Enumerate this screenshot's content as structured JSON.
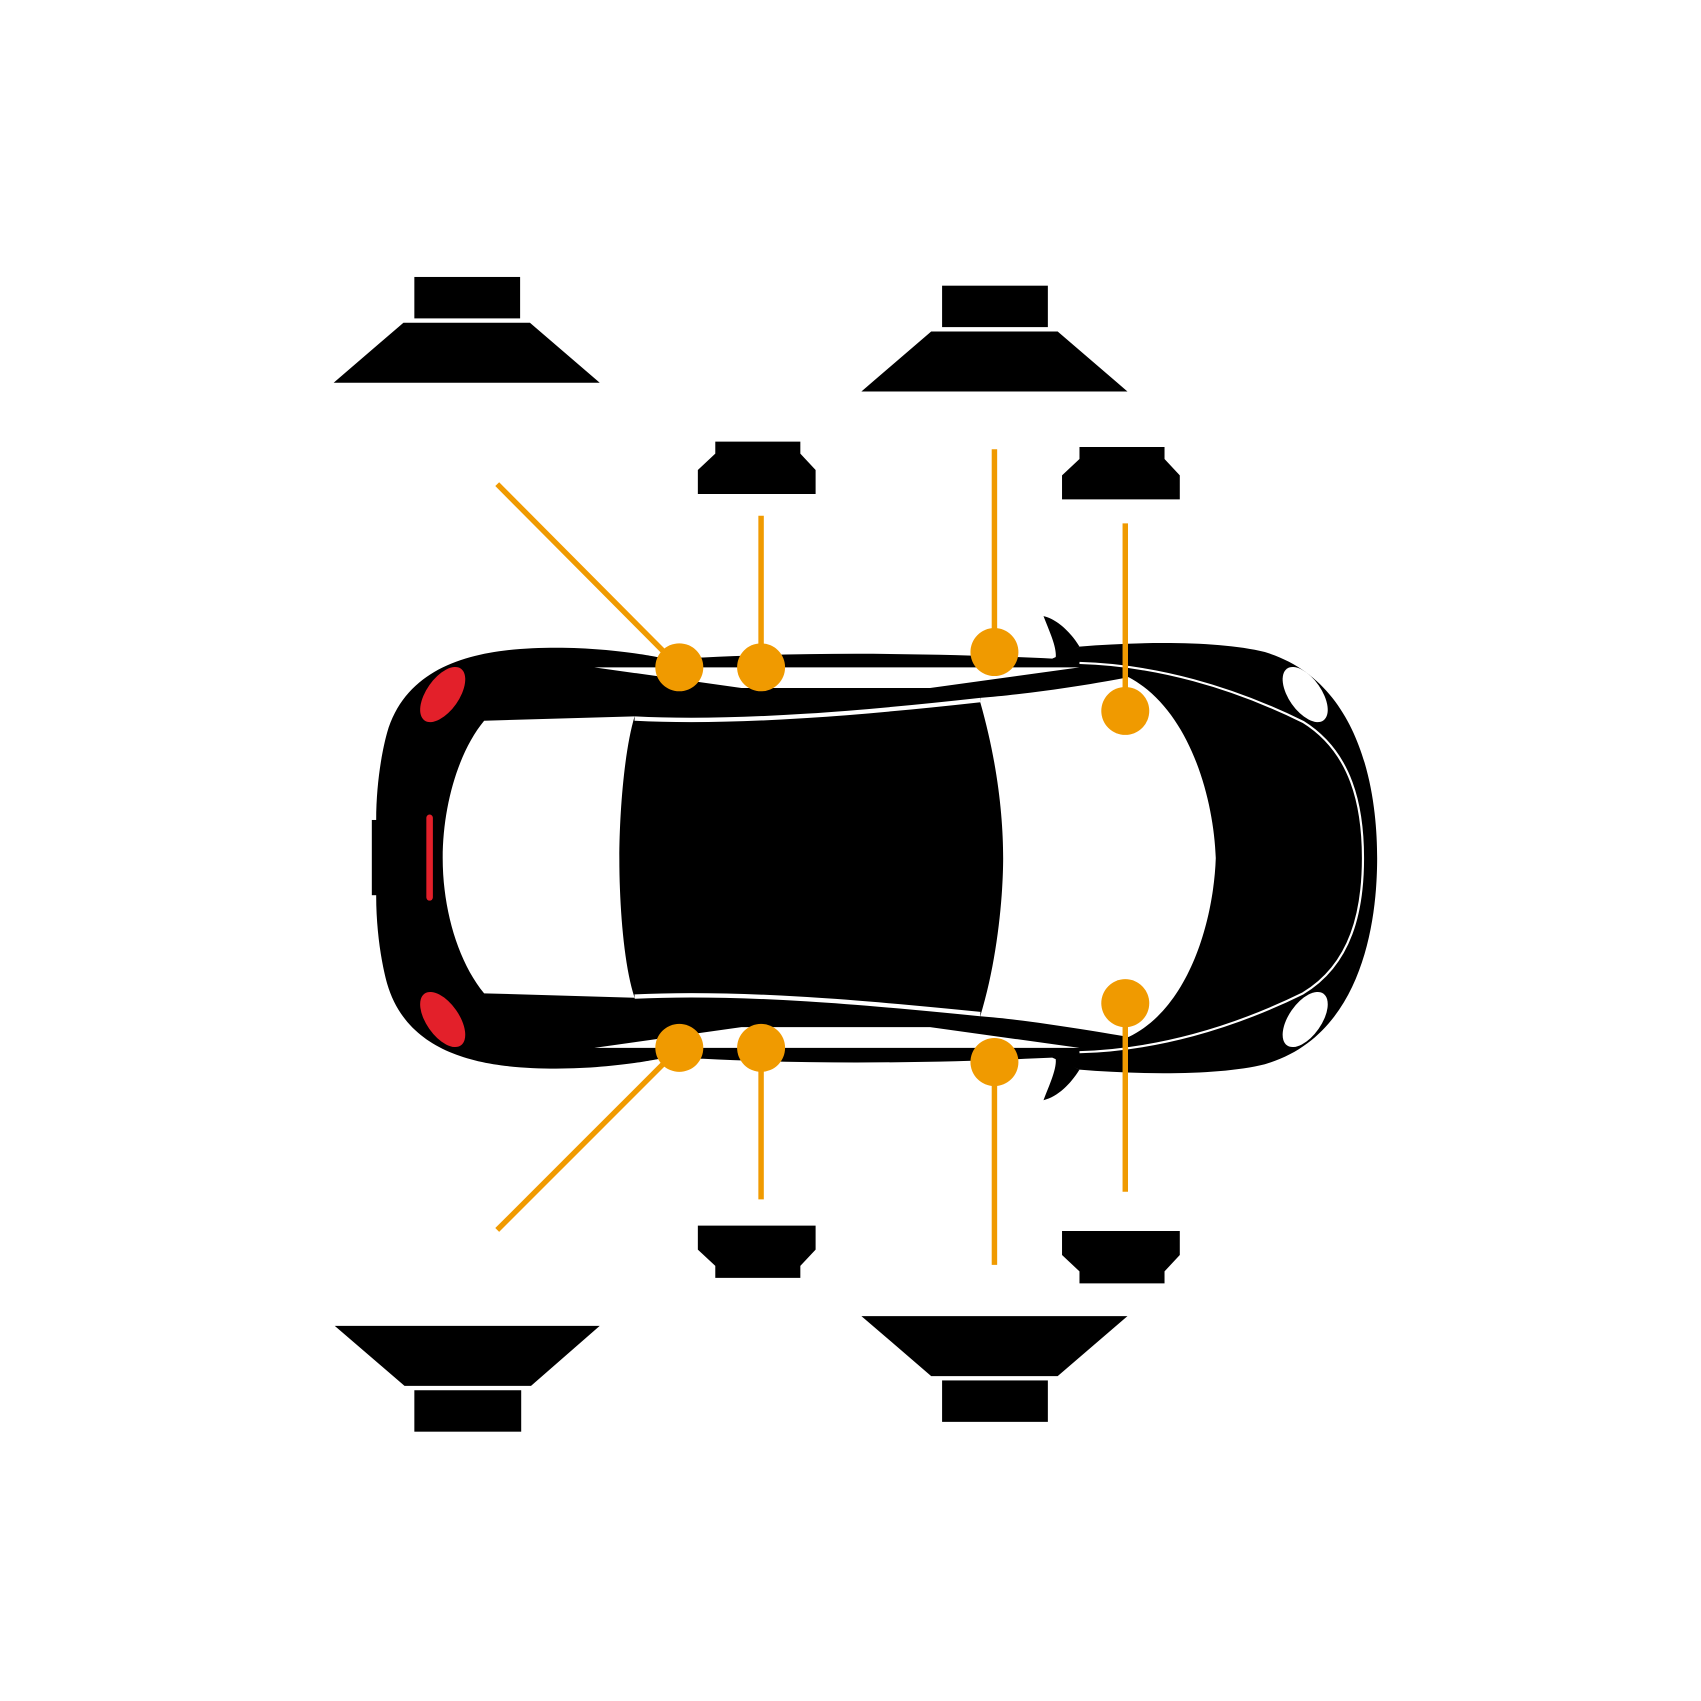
{
  "colors": {
    "background": "#ffffff",
    "car_body": "#000000",
    "speaker": "#000000",
    "marker": "#f09a00",
    "tail_light": "#e3202a",
    "headlight": "#ffffff"
  },
  "diagram": {
    "subject": "car-top-view-speaker-layout",
    "speaker_markers": 8,
    "woofers": 4,
    "tweeters": 4
  }
}
